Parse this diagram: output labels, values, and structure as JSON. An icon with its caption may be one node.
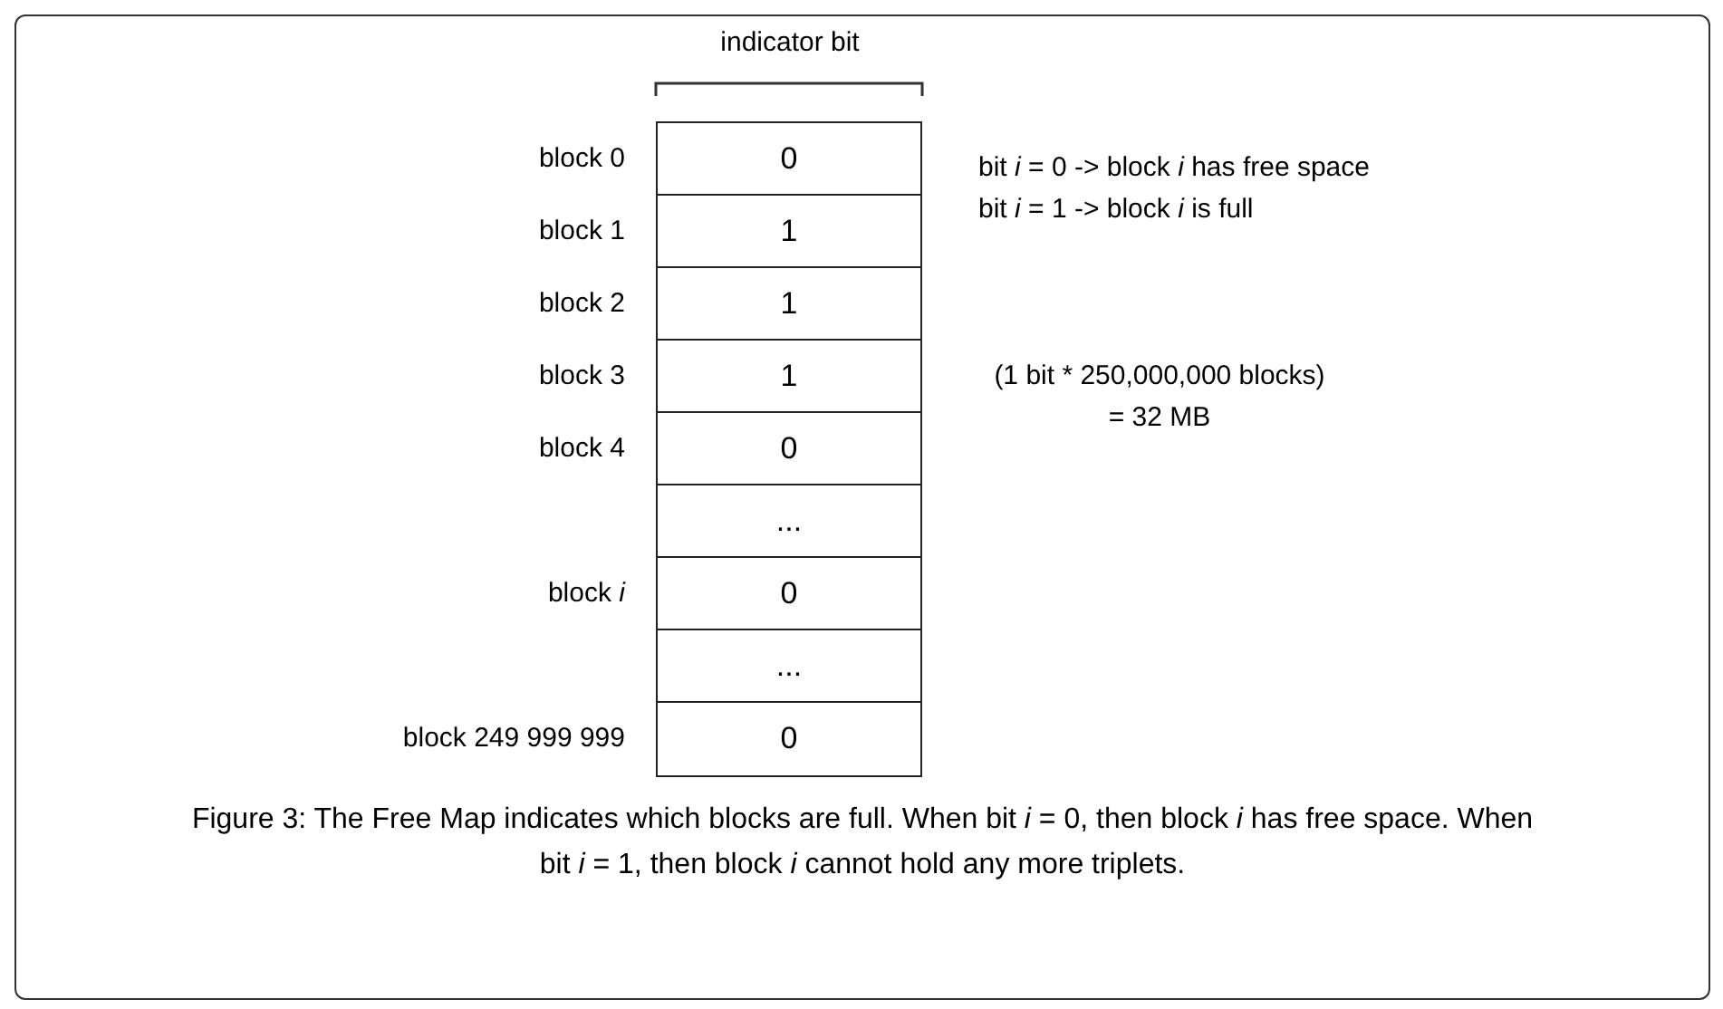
{
  "diagram": {
    "caption": "Figure 3: The Free Map indicates which blocks are full.  When bit *i* = 0, then block *i* has free space.  When bit *i* = 1, then block *i* cannot hold any more triplets.",
    "nodes": [
      {
        "text": [
          "0"
        ],
        "beside": [
          "block 0"
        ]
      },
      {
        "text": [
          "1"
        ],
        "beside": [
          "block 1"
        ]
      },
      {
        "text": [
          "1"
        ],
        "beside": [
          "block 2"
        ]
      },
      {
        "text": [
          "1"
        ],
        "beside": [
          "block 3"
        ]
      },
      {
        "text": [
          "0"
        ],
        "beside": [
          "block 4"
        ]
      },
      {
        "text": [
          "..."
        ]
      },
      {
        "text": [
          "0"
        ],
        "beside": [
          "block *i*"
        ]
      },
      {
        "text": [
          "..."
        ]
      },
      {
        "text": [
          "0"
        ],
        "beside": [
          "block 249 999 999"
        ]
      }
    ],
    "labels": [
      "indicator bit",
      "bit *i* = 0 -> block *i*  has free space",
      "bit *i* = 1 -> block *i* is full",
      "(1 bit * 250,000,000 blocks)",
      "= 32 MB"
    ]
  }
}
